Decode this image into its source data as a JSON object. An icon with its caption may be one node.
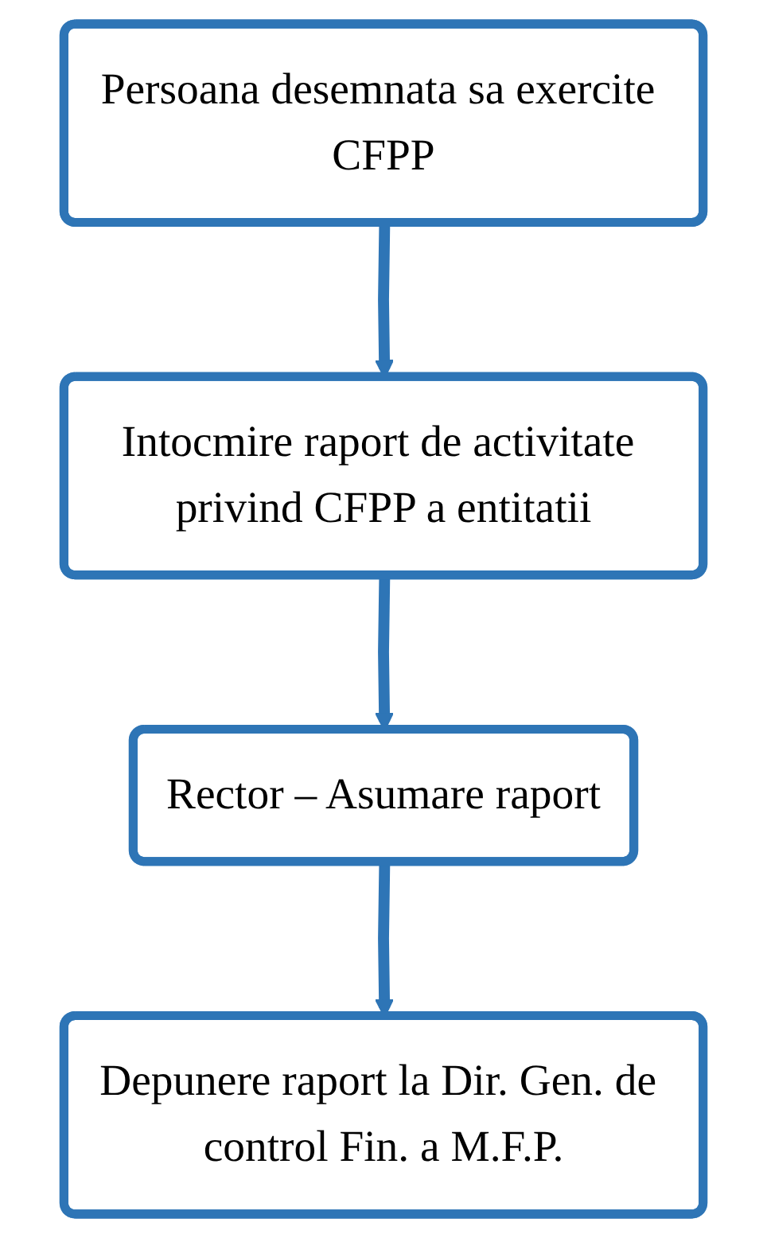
{
  "diagram": {
    "nodes": [
      {
        "text": [
          "Persoana desemnata sa exercite CFPP"
        ]
      },
      {
        "text": [
          "Intocmire raport de activitate privind CFPP a entitatii"
        ]
      },
      {
        "text": [
          "Rector – Asumare raport"
        ]
      },
      {
        "text": [
          "Depunere raport la Dir. Gen. de control Fin. a M.F.P."
        ]
      }
    ],
    "edges": [
      {
        "from": 0,
        "to": 1,
        "arrow": "to"
      },
      {
        "from": 1,
        "to": 2,
        "arrow": "to"
      },
      {
        "from": 2,
        "to": 3,
        "arrow": "to"
      }
    ]
  }
}
